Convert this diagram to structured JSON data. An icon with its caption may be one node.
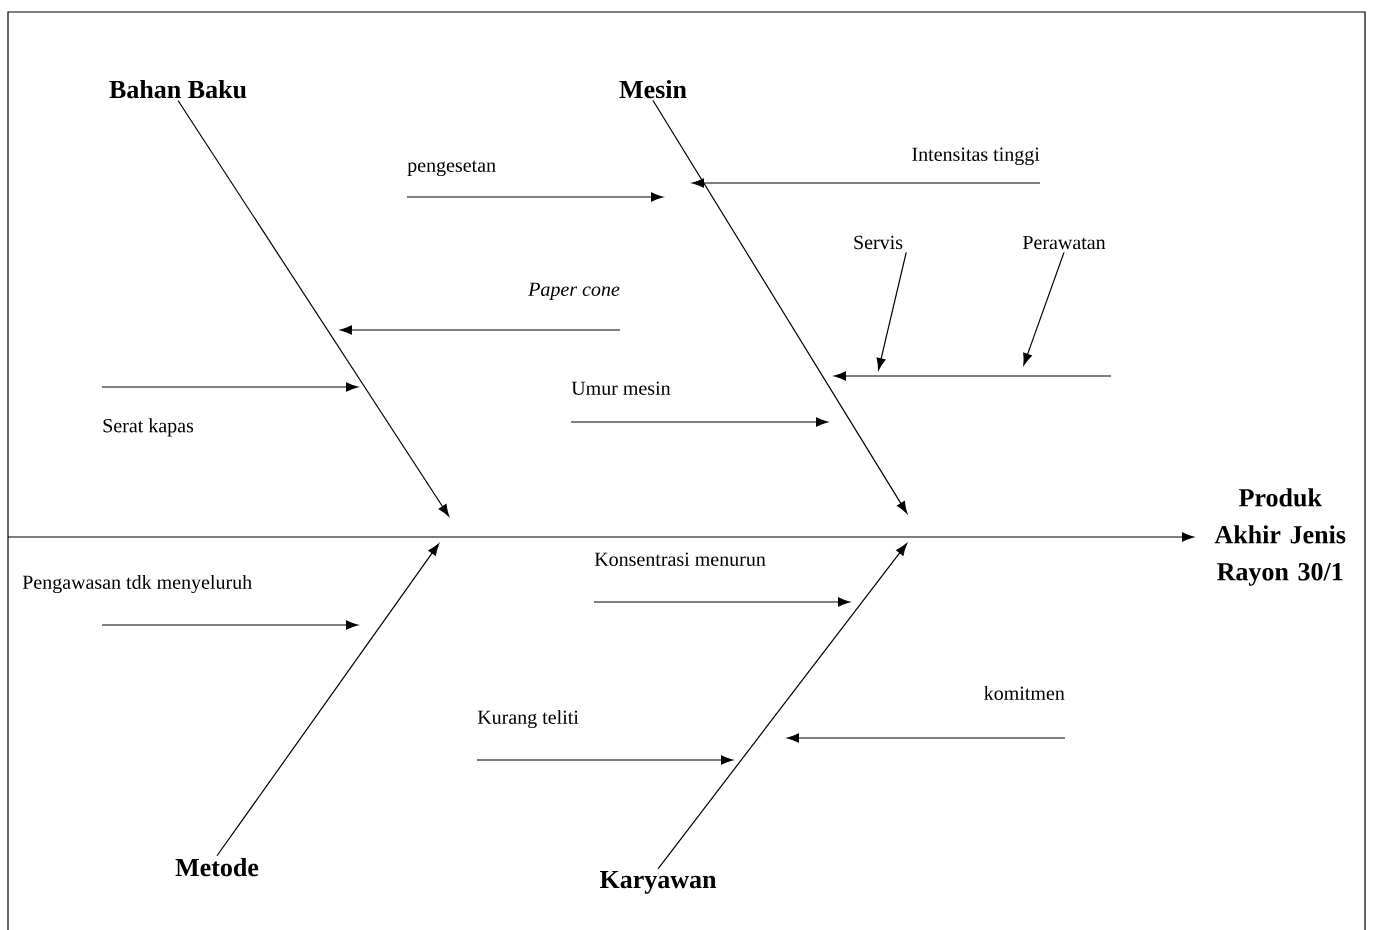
{
  "diagram": {
    "nodes": [
      {
        "text": [
          "Bahan Baku"
        ]
      },
      {
        "text": [
          "Mesin"
        ]
      },
      {
        "text": [
          "Metode"
        ]
      },
      {
        "text": [
          "Karyawan"
        ]
      },
      {
        "text": [
          "Produk Akhir Jenis Rayon 30/1"
        ]
      },
      {
        "text": [
          "pengesetan"
        ]
      },
      {
        "text": [
          "Intensitas tinggi"
        ]
      },
      {
        "text": [
          "Servis"
        ]
      },
      {
        "text": [
          "Perawatan"
        ]
      },
      {
        "text": [
          "Paper cone"
        ]
      },
      {
        "text": [
          "Serat kapas"
        ]
      },
      {
        "text": [
          "Umur mesin"
        ]
      },
      {
        "text": [
          "Pengawasan tdk menyeluruh"
        ]
      },
      {
        "text": [
          "Konsentrasi menurun"
        ]
      },
      {
        "text": [
          "Kurang teliti"
        ]
      },
      {
        "text": [
          "komitmen"
        ]
      }
    ],
    "edges": [
      {
        "from": null,
        "to": 4,
        "arrow": "to"
      },
      {
        "from": 0,
        "to": null,
        "arrow": "to"
      },
      {
        "from": 1,
        "to": null,
        "arrow": "to"
      },
      {
        "from": 2,
        "to": null,
        "arrow": "to"
      },
      {
        "from": 3,
        "to": null,
        "arrow": "to"
      },
      {
        "from": 5,
        "to": null,
        "arrow": "to"
      },
      {
        "from": 6,
        "to": null,
        "arrow": "to"
      },
      {
        "from": 7,
        "to": null,
        "arrow": "to"
      },
      {
        "from": 8,
        "to": null,
        "arrow": "to"
      },
      {
        "from": 9,
        "to": null,
        "arrow": "to"
      },
      {
        "from": 10,
        "to": null,
        "arrow": "to"
      },
      {
        "from": 11,
        "to": null,
        "arrow": "to"
      },
      {
        "from": 12,
        "to": null,
        "arrow": "to"
      },
      {
        "from": 13,
        "to": null,
        "arrow": "to"
      },
      {
        "from": 14,
        "to": null,
        "arrow": "to"
      },
      {
        "from": 15,
        "to": null,
        "arrow": "to"
      }
    ]
  }
}
